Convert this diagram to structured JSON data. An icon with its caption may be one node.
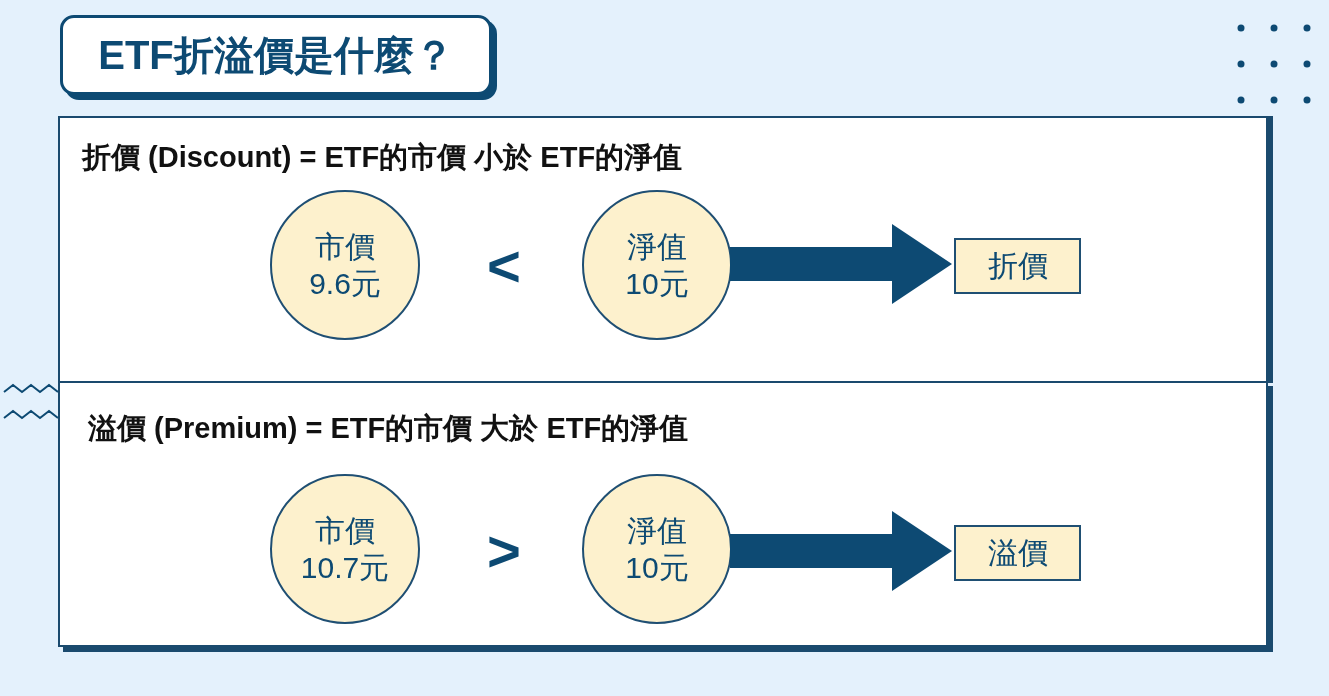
{
  "diagram": {
    "nodes": [
      {
        "text": [
          "ETF折溢價是什麼？"
        ]
      },
      {
        "text": [
          "折價 (Discount) = ETF的市價 小於 ETF的淨值"
        ]
      },
      {
        "text": [
          "市價 9.6元"
        ],
        "in": 1
      },
      {
        "text": [
          "淨值 10元"
        ],
        "in": 1
      },
      {
        "text": [
          "折價"
        ],
        "in": 1
      },
      {
        "text": [
          "溢價 (Premium) = ETF的市價 大於 ETF的淨值"
        ]
      },
      {
        "text": [
          "市價 10.7元"
        ],
        "in": 5
      },
      {
        "text": [
          "淨值 10元"
        ],
        "in": 5
      },
      {
        "text": [
          "溢價"
        ],
        "in": 5
      }
    ],
    "edges": [
      {
        "from": 3,
        "to": 4,
        "arrow": "to",
        "style": "thick"
      },
      {
        "from": 7,
        "to": 8,
        "arrow": "to",
        "style": "thick"
      }
    ],
    "labels": [
      "<",
      ">"
    ]
  }
}
